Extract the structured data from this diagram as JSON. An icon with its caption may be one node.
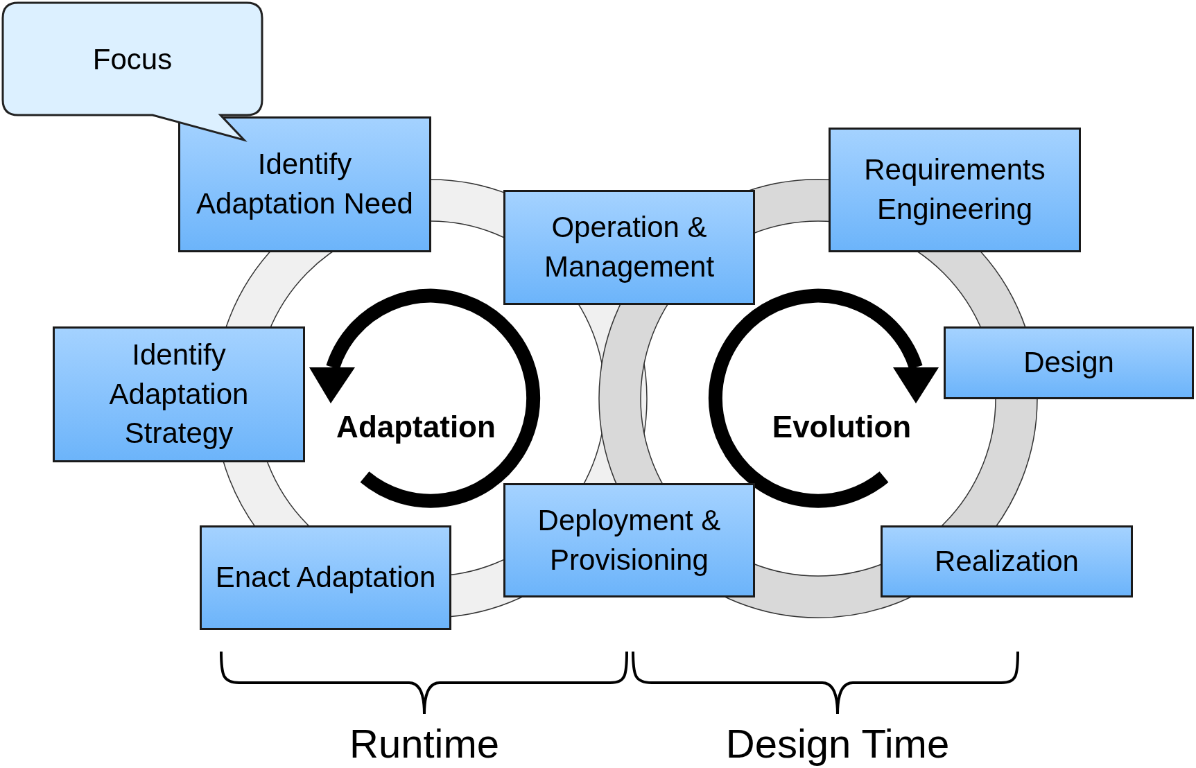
{
  "diagram": {
    "nodes": [
      {
        "text": [
          "Focus"
        ]
      },
      {
        "text": [
          "Identify Adaptation Need"
        ]
      },
      {
        "text": [
          "Operation & Management"
        ]
      },
      {
        "text": [
          "Requirements Engineering"
        ]
      },
      {
        "text": [
          "Identify Adaptation Strategy"
        ]
      },
      {
        "text": [
          "Design"
        ]
      },
      {
        "text": [
          "Enact Adaptation"
        ]
      },
      {
        "text": [
          "Deployment & Provisioning"
        ]
      },
      {
        "text": [
          "Realization"
        ]
      }
    ],
    "labels": [
      "Adaptation",
      "Evolution",
      "Runtime",
      "Design Time"
    ]
  }
}
